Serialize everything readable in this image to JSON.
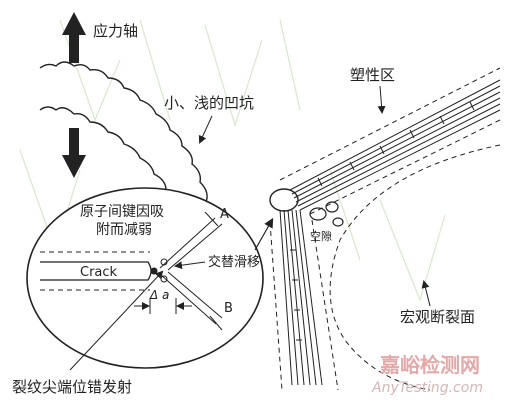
{
  "labels": {
    "stress_axis": "应力轴",
    "dimples": "小、浅的凹坑",
    "plastic_zone": "塑性区",
    "bond_weaken_line1": "原子间键因吸",
    "bond_weaken_line2": "附而减弱",
    "alternating_slip": "交替滑移",
    "voids": "空隙",
    "crack": "Crack",
    "slip_a": "A",
    "slip_b": "B",
    "delta_a": "Δ a",
    "macro_fracture": "宏观断裂面",
    "dislocation_emission": "裂纹尖端位错发射"
  },
  "watermark": {
    "brand": "嘉峪检测网",
    "url": "AnyTesting.com"
  },
  "colors": {
    "ink": "#222222",
    "watermark_green": "#b9d7a8",
    "watermark_text": "#e3a9a9",
    "watermark_url": "#d7b5b5"
  }
}
